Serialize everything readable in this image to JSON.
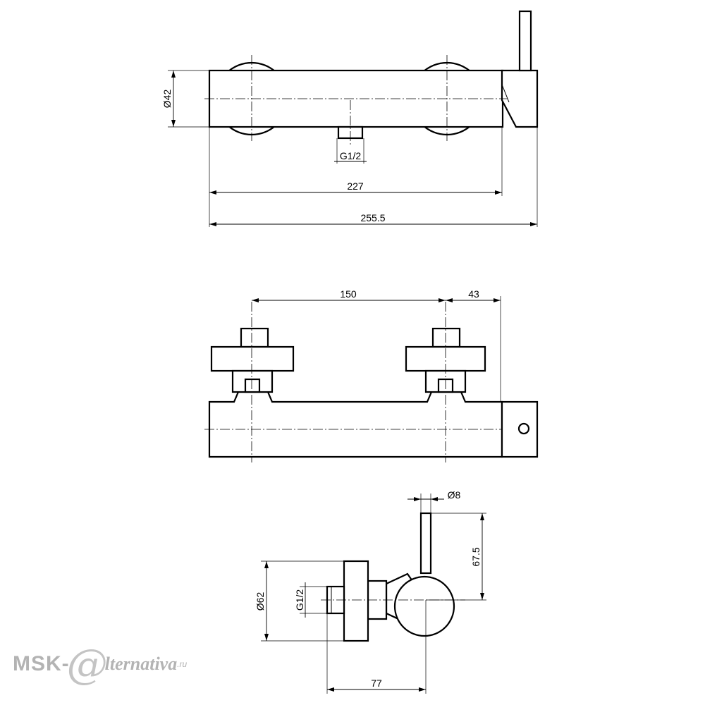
{
  "dimensions": {
    "top_view": {
      "body_diameter": "Ø42",
      "inlet_thread": "G1/2",
      "body_length": "227",
      "overall_length": "255.5"
    },
    "front_view": {
      "inlet_spacing": "150",
      "handle_offset": "43"
    },
    "side_view": {
      "lever_diameter": "Ø8",
      "lever_height": "67.5",
      "flange_diameter": "Ø62",
      "inlet_thread": "G1/2",
      "depth": "77"
    }
  },
  "watermark": {
    "prefix": "MSK-",
    "at_symbol": "@",
    "name": "lternativa",
    "suffix": ".ru"
  }
}
